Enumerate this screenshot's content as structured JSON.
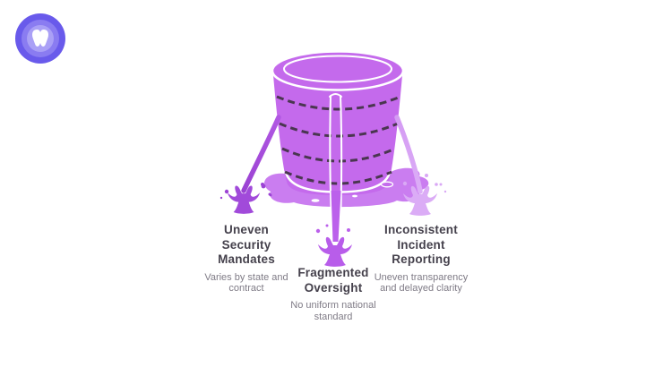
{
  "page": {
    "background": "#FFFFFF"
  },
  "logo": {
    "glyph": "tooth-mark",
    "outer_color": "#695AEB",
    "mid_color": "#8A7CF1",
    "inner_color": "#AAA0F6",
    "glyph_color": "#FFFFFF"
  },
  "illustration": {
    "type": "leaky-bucket",
    "palette": {
      "bucket": "#C46AEC",
      "puddle": "#CA7DF0",
      "band": "#4A3650",
      "outline": "#FFFFFF",
      "leak_left_start": "#B158E3",
      "leak_left_end": "#9A42D2",
      "splash_left": "#A14ADA",
      "droplet_left": "#9C43D5",
      "leak_middle": "#BB60EB",
      "splash_middle": "#B85DEA",
      "leak_right_start": "#D49BF3",
      "leak_right_end": "#DCAEF7",
      "splash_right": "#DBACF6",
      "droplet_right": "#D9A8F5",
      "accent_oval": "#C46CEC"
    }
  },
  "labels": [
    {
      "title_lines": [
        "Uneven",
        "Security",
        "Mandates"
      ],
      "subtitle_lines": [
        "Varies by state and",
        "contract"
      ]
    },
    {
      "title_lines": [
        "Fragmented",
        "Oversight"
      ],
      "subtitle_lines": [
        "No uniform national",
        "standard"
      ]
    },
    {
      "title_lines": [
        "Inconsistent",
        "Incident",
        "Reporting"
      ],
      "subtitle_lines": [
        "Uneven transparency",
        "and delayed clarity"
      ]
    }
  ]
}
